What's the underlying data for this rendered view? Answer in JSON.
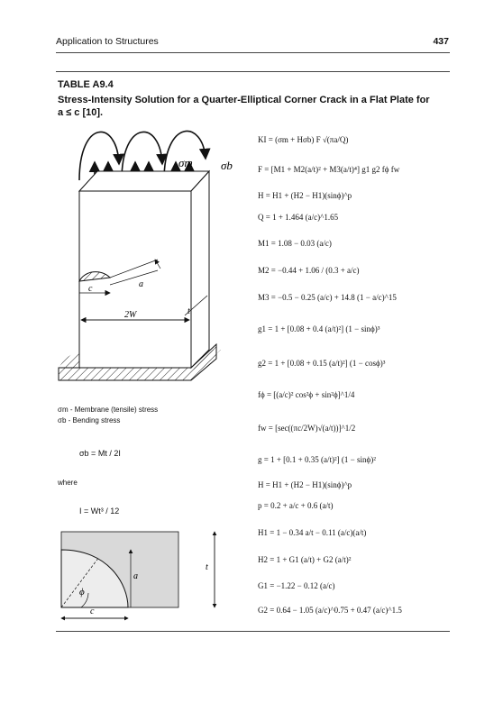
{
  "header": {
    "section": "Application to Structures",
    "page": "437"
  },
  "table": {
    "label": "TABLE A9.4",
    "title": "Stress-Intensity Solution for a Quarter-Elliptical Corner Crack in a Flat Plate for a ≤ c [10]."
  },
  "figure1": {
    "sigma_m": "σm",
    "sigma_b": "σb",
    "a": "a",
    "c": "c",
    "t": "t",
    "w": "2W"
  },
  "figure2": {
    "a": "a",
    "c": "c",
    "t": "t",
    "phi": "ϕ"
  },
  "legend": {
    "membrane": "σm - Membrane (tensile) stress",
    "bending": "σb - Bending stress",
    "sigma_b_formula": "σb = Mt / 2I",
    "where": "where",
    "inertia_formula": "I = Wt³ / 12"
  },
  "equations": [
    "KI = (σm + Hσb) F √(πa/Q)",
    "F = [M1 + M2(a/t)² + M3(a/t)⁴] g1 g2 fϕ fw",
    "H = H1 + (H2 − H1)(sinϕ)^p",
    "Q = 1 + 1.464 (a/c)^1.65",
    "M1 = 1.08 − 0.03 (a/c)",
    "M2 = −0.44 + 1.06 / (0.3 + a/c)",
    "M3 = −0.5 − 0.25 (a/c) + 14.8 (1 − a/c)^15",
    "g1 = 1 + [0.08 + 0.4 (a/t)²] (1 − sinϕ)³",
    "g2 = 1 + [0.08 + 0.15 (a/t)²] (1 − cosϕ)³",
    "fϕ = [(a/c)² cos²ϕ + sin²ϕ]^1/4",
    "fw = [sec((πc/2W)√(a/t))]^1/2",
    "g = 1 + [0.1 + 0.35 (a/t)²] (1 − sinϕ)²",
    "H = H1 + (H2 − H1)(sinϕ)^p",
    "p = 0.2 + a/c + 0.6 (a/t)",
    "H1 = 1 − 0.34 a/t − 0.11 (a/c)(a/t)",
    "H2 = 1 + G1 (a/t) + G2 (a/t)²",
    "G1 = −1.22 − 0.12 (a/c)",
    "G2 = 0.64 − 1.05 (a/c)^0.75 + 0.47 (a/c)^1.5"
  ]
}
